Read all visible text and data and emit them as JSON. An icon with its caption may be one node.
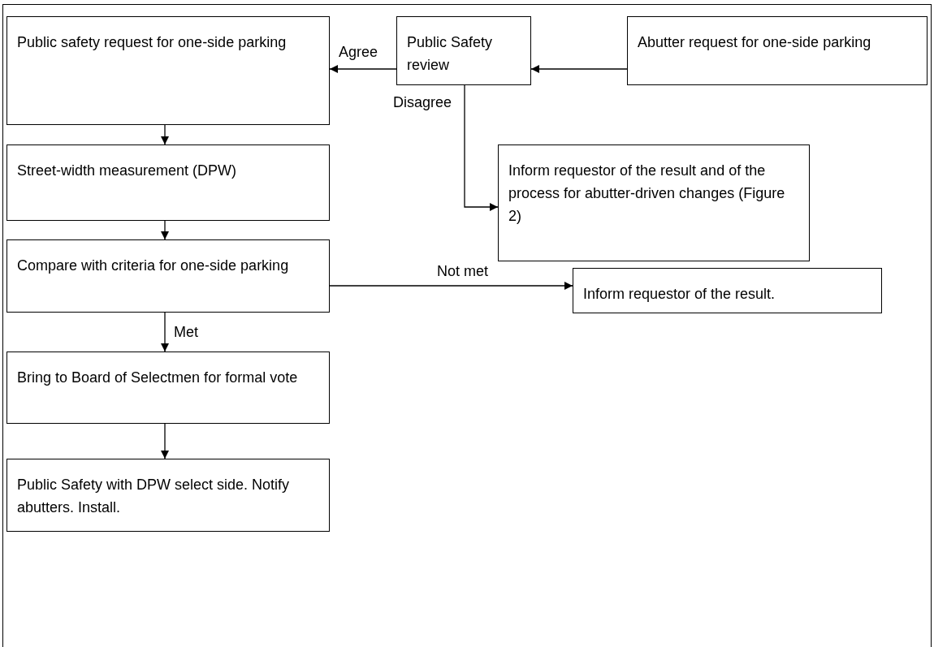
{
  "diagram": {
    "nodes": [
      {
        "text": [
          "Public safety request for one-side parking"
        ]
      },
      {
        "text": [
          "Public Safety review"
        ]
      },
      {
        "text": [
          "Abutter request for one-side parking"
        ]
      },
      {
        "text": [
          "Street-width measurement (DPW)"
        ]
      },
      {
        "text": [
          "Inform requestor of the result and of the process for abutter-driven changes (Figure 2)"
        ]
      },
      {
        "text": [
          "Compare with criteria for one-side parking"
        ]
      },
      {
        "text": [
          "Inform requestor of the result."
        ]
      },
      {
        "text": [
          "Bring to Board of Selectmen for formal vote"
        ]
      },
      {
        "text": [
          "Public Safety with DPW select side. Notify abutters. Install."
        ]
      }
    ],
    "edges": [
      {
        "from": 2,
        "to": 1,
        "arrow": "to"
      },
      {
        "from": 1,
        "to": 0,
        "arrow": "to",
        "label": "Agree"
      },
      {
        "from": 1,
        "to": 4,
        "arrow": "to",
        "label": "Disagree"
      },
      {
        "from": 0,
        "to": 3,
        "arrow": "to"
      },
      {
        "from": 3,
        "to": 5,
        "arrow": "to"
      },
      {
        "from": 5,
        "to": 6,
        "arrow": "to",
        "label": "Not met"
      },
      {
        "from": 5,
        "to": 7,
        "arrow": "to",
        "label": "Met"
      },
      {
        "from": 7,
        "to": 8,
        "arrow": "to"
      }
    ]
  }
}
